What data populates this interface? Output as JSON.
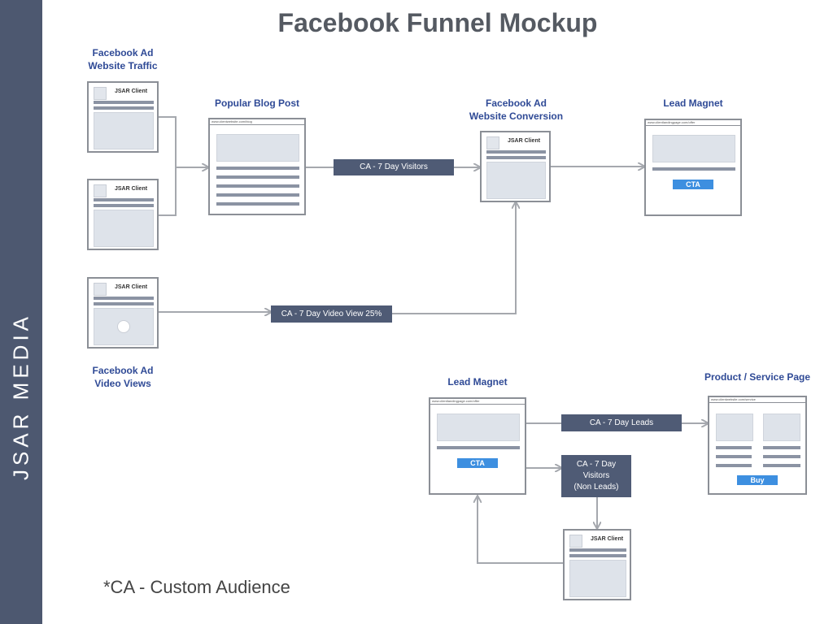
{
  "title": "Facebook Funnel Mockup",
  "brand": "JSAR MEDIA",
  "footnote": "*CA - Custom Audience",
  "colors": {
    "sidebar": "#4d5870",
    "label": "#2f4a96",
    "edge_box": "#4f5b75",
    "cta": "#3d8fe0",
    "arrow": "#a5a8ae"
  },
  "labels": {
    "fb_ad_traffic": "Facebook Ad\nWebsite Traffic",
    "blog_post": "Popular Blog Post",
    "fb_ad_conversion": "Facebook Ad\nWebsite Conversion",
    "lead_magnet_top": "Lead Magnet",
    "fb_ad_video": "Facebook Ad\nVideo Views",
    "lead_magnet_bottom": "Lead Magnet",
    "product_page": "Product / Service Page"
  },
  "ad_client": "JSAR Client",
  "urls": {
    "blog": "www.clientwebsite.com/blog",
    "landing": "www.clientlandingpage.com/offer",
    "product": "www.clientwebsite.com/service"
  },
  "buttons": {
    "cta": "CTA",
    "buy": "Buy"
  },
  "edges": {
    "visitors": "CA - 7  Day Visitors",
    "video": "CA - 7 Day Video View 25%",
    "leads": "CA - 7  Day Leads",
    "non_leads": "CA - 7 Day\nVisitors\n(Non Leads)"
  }
}
